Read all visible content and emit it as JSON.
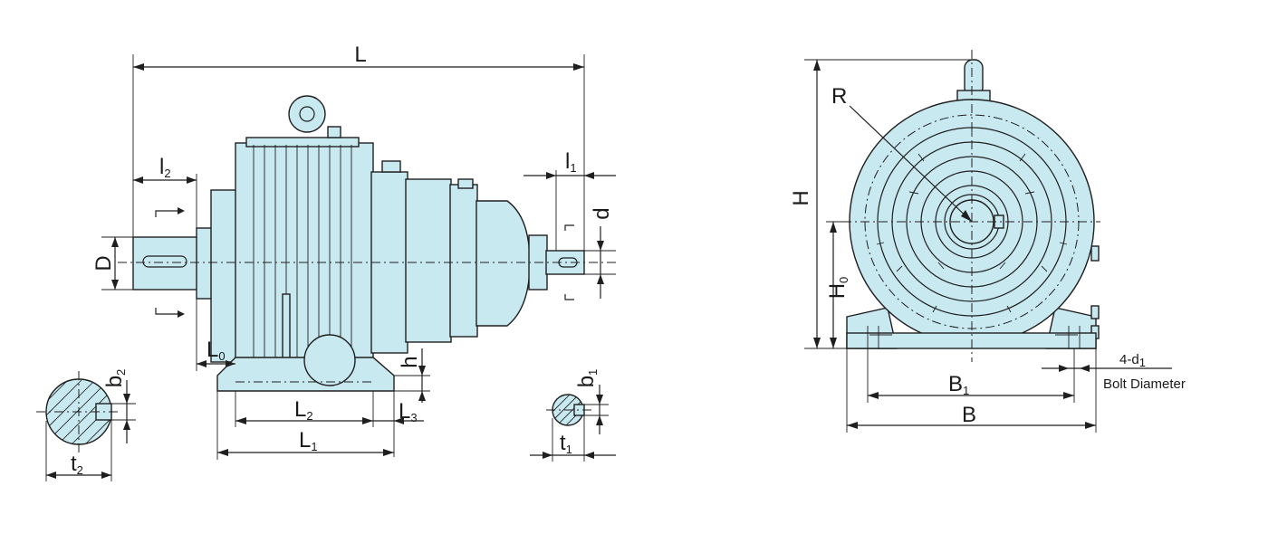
{
  "labels": {
    "L": "L",
    "l2_main": "l",
    "l2_sub": "2",
    "l1_main": "l",
    "l1_sub": "1",
    "d": "d",
    "D": "D",
    "L0_main": "L",
    "L0_sub": "0",
    "h": "h",
    "L2_main": "L",
    "L2_sub": "2",
    "L3_main": "L",
    "L3_sub": "3",
    "L1_main": "L",
    "L1_sub": "1",
    "b2_main": "b",
    "b2_sub": "2",
    "t2_main": "t",
    "t2_sub": "2",
    "b1_main": "b",
    "b1_sub": "1",
    "t1_main": "t",
    "t1_sub": "1",
    "R": "R",
    "H": "H",
    "H0_main": "H",
    "H0_sub": "0",
    "B1_main": "B",
    "B1_sub": "1",
    "B": "B",
    "bolt_code_main": "4-d",
    "bolt_code_sub": "1",
    "bolt_note": "Bolt Diameter"
  },
  "colors": {
    "body_fill": "#c9e9f1",
    "line": "#1f1f1f"
  }
}
